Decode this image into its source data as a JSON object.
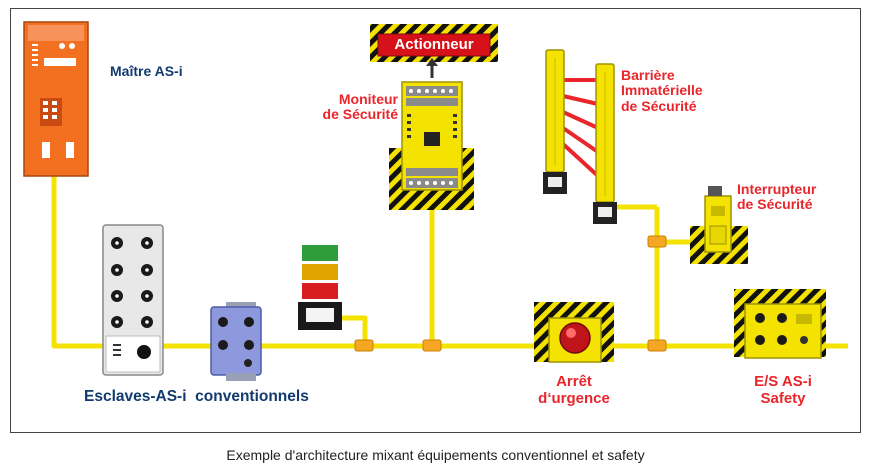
{
  "labels": {
    "master": "Maître AS-i",
    "actuator": "Actionneur",
    "monitor_l1": "Moniteur",
    "monitor_l2": "de Sécurité",
    "curtain_l1": "Barrière",
    "curtain_l2": "Immatérielle",
    "curtain_l3": "de Sécurité",
    "switch_l1": "Interrupteur",
    "switch_l2": "de Sécurité",
    "slaves": "Esclaves-AS-i  conventionnels",
    "estop_l1": "Arrêt",
    "estop_l2": "d‘urgence",
    "io_l1": "E/S AS-i",
    "io_l2": "Safety"
  },
  "caption": "Exemple d'architecture mixant équipements conventionnel et safety",
  "colors": {
    "bus": "#f4e200",
    "master": "#f37021",
    "safety_red": "#e8262b",
    "label_blue": "#123a6e",
    "module_blue": "#8e98dc"
  }
}
